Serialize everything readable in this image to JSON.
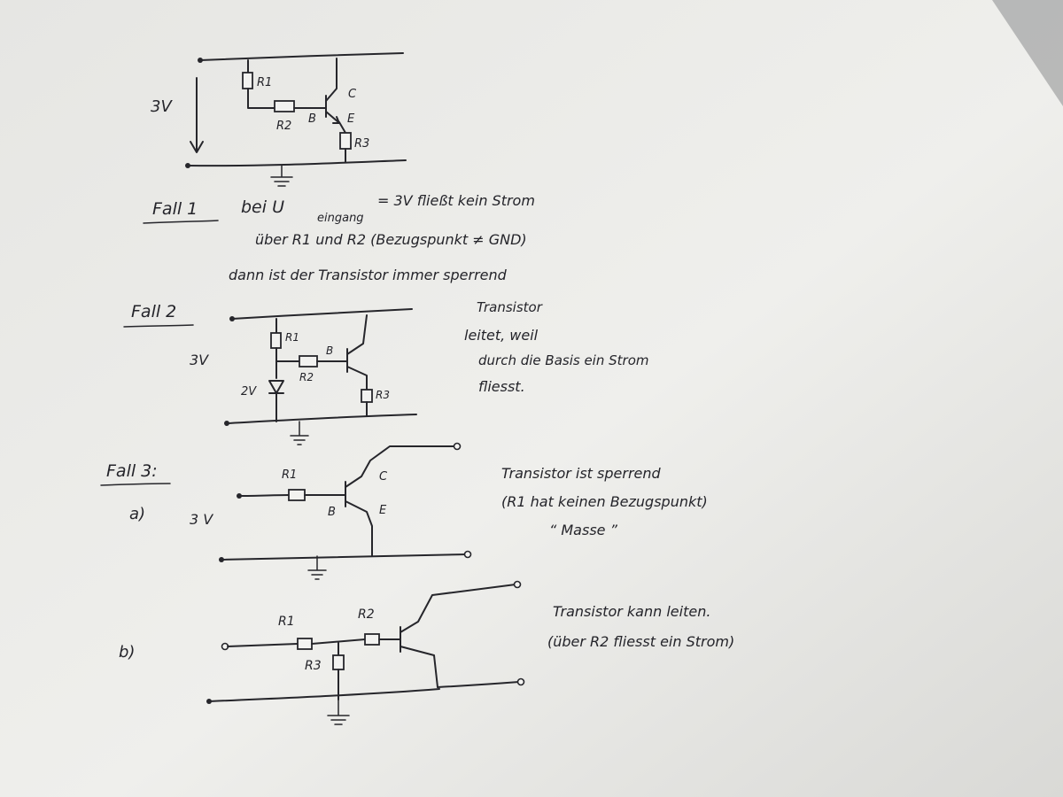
{
  "fall1": {
    "voltage": "3V",
    "r1": "R1",
    "r2": "R2",
    "r3": "R3",
    "base": "B",
    "collector": "C",
    "emitter": "E",
    "heading": "Fall 1",
    "line1": "bei U",
    "line1_sub": "eingang",
    "line1_rest": "= 3V  fließt kein Strom",
    "line2": "über R1 und R2   (Bezugspunkt ≠ GND)",
    "line3": "dann ist der Transistor immer sperrend"
  },
  "fall2": {
    "heading": "Fall 2",
    "voltage": "3V",
    "diode_voltage": "2V",
    "r1": "R1",
    "r2": "R2",
    "r3": "R3",
    "base": "B",
    "note1": "Transistor",
    "note2": "leitet, weil",
    "note3": "durch die Basis ein Strom",
    "note4": "fliesst."
  },
  "fall3": {
    "heading": "Fall 3:",
    "part_a": "a)",
    "voltage": "3 V",
    "r1": "R1",
    "base": "B",
    "collector": "C",
    "emitter": "E",
    "note1": "Transistor ist sperrend",
    "note2": "(R1 hat keinen Bezugspunkt)",
    "note3": "“ Masse ”",
    "part_b": "b)",
    "b_r1": "R1",
    "b_r2": "R2",
    "b_r3": "R3",
    "note4": "Transistor kann leiten.",
    "note5": "(über R2 fliesst ein Strom)"
  },
  "colors": {
    "paper": "#ececea",
    "ink": "#26262b",
    "background": "#5d5e60"
  }
}
